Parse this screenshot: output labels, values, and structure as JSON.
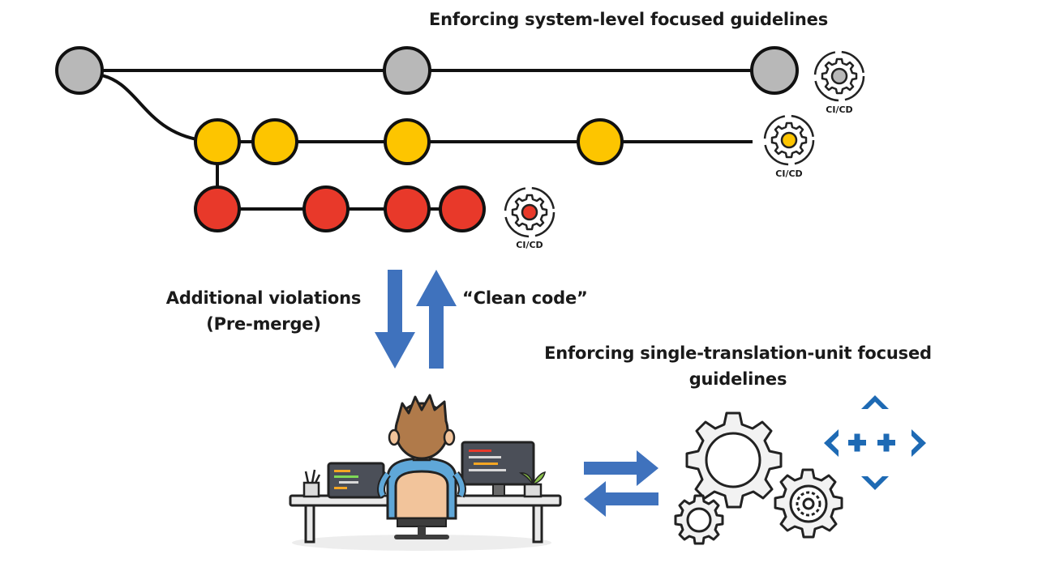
{
  "labels": {
    "title_top": "Enforcing system-level focused guidelines",
    "down_line1": "Additional violations",
    "down_line2": "(Pre-merge)",
    "up": "“Clean code”",
    "bottom_line1": "Enforcing single-translation-unit focused",
    "bottom_line2": "guidelines",
    "cicd_gray": "CI/CD",
    "cicd_yellow": "CI/CD",
    "cicd_red": "CI/CD",
    "cpp_plus": "++"
  },
  "colors": {
    "gray": "#b8b8b8",
    "yellow": "#fdc500",
    "red": "#e8392a",
    "arrow_blue": "#3f72bd",
    "cpp_blue": "#1e6ab4"
  },
  "icons": {
    "pipeline_icon": "gear-cicd-icon",
    "developer": "developer-at-desk-illustration",
    "cpp": "cpp-logo-icon"
  }
}
